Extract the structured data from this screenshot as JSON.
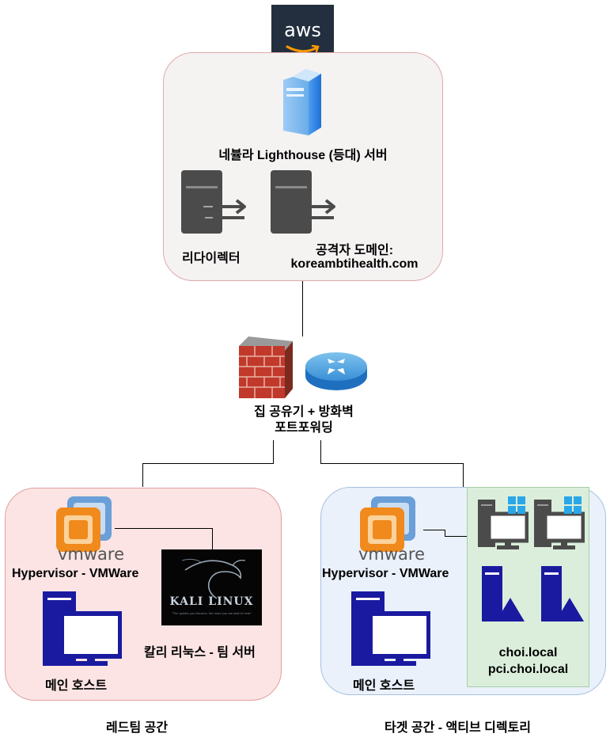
{
  "aws": {
    "logo_text": "aws"
  },
  "cloud": {
    "server_label": "네뷸라 Lighthouse (등대) 서버",
    "redirector_label": "리다이렉터",
    "attacker_domain_label": "공격자 도메인:",
    "attacker_domain_value": "koreambtihealth.com"
  },
  "gateway": {
    "line1": "집 공유기 + 방화벽",
    "line2": "포트포워딩"
  },
  "red_team": {
    "vmware_logo": "vmware",
    "hypervisor_label": "Hypervisor - VMWare",
    "kali_logo_text": "KALI LINUX",
    "kali_tagline": "\"The quieter you become, the more you are able to hear\"",
    "kali_label": "칼리 리눅스 - 팀 서버",
    "host_label": "메인 호스트",
    "zone_label": "레드팀 공간"
  },
  "target": {
    "vmware_logo": "vmware",
    "hypervisor_label": "Hypervisor - VMWare",
    "host_label": "메인 호스트",
    "domain_line1": "choi.local",
    "domain_line2": "pci.choi.local",
    "zone_label": "타겟 공간 - 액티브 디렉토리"
  },
  "colors": {
    "cloud_fill": "#f5f2f2",
    "cloud_border": "#e0aaaa",
    "red_fill": "#fce4e4",
    "red_border": "#e0a0a0",
    "target_fill": "#eaf1fb",
    "target_border": "#a8c0e0",
    "ad_fill": "#dbeedb",
    "ad_border": "#a8cfa8",
    "server_blue": "#1a1aa0",
    "aws_bg": "#232f3e",
    "aws_orange": "#ff9900"
  }
}
